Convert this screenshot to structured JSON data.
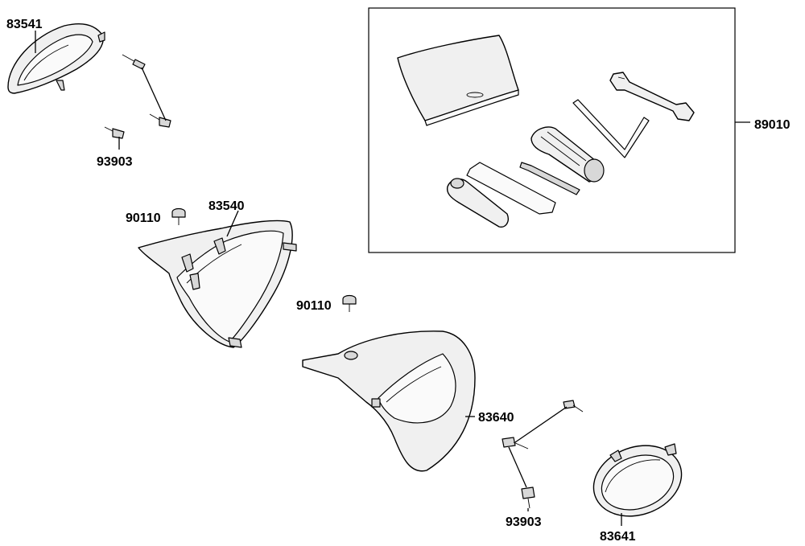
{
  "labels": {
    "p83541": "83541",
    "p93903_top": "93903",
    "p90110_a": "90110",
    "p83540": "83540",
    "p90110_b": "90110",
    "p83640": "83640",
    "p89010": "89010",
    "p93903_bottom": "93903",
    "p83641": "83641"
  }
}
